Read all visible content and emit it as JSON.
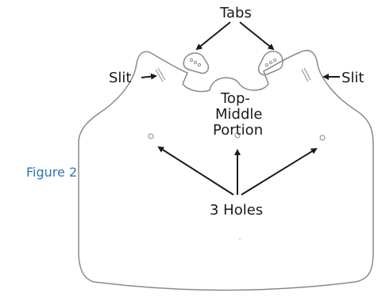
{
  "figure": {
    "caption": "Figure 2",
    "caption_color": "#2e75b6",
    "outline_color": "#8a8a8a",
    "arrow_color": "#1a1a1a"
  },
  "labels": {
    "tabs": "Tabs",
    "slit_left": "Slit",
    "slit_right": "Slit",
    "center_line1": "Top-",
    "center_line2": "Middle",
    "center_line3": "Portion",
    "holes": "3 Holes"
  }
}
